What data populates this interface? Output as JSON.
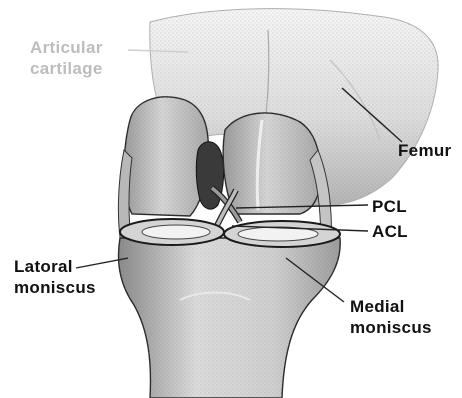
{
  "labels": {
    "articular_cartilage": [
      "Articular",
      "cartilage"
    ],
    "femur": "Femur",
    "pcl": "PCL",
    "acl": "ACL",
    "lateral_meniscus": [
      "Latoral",
      "moniscus"
    ],
    "medial_meniscus": [
      "Medial",
      "moniscus"
    ]
  },
  "colors": {
    "label_text": "#111111",
    "faded_label_text": "#bdbdbd",
    "bone_light": "#eeeeee",
    "bone_mid": "#c8c8c8",
    "bone_dark": "#7a7a7a",
    "outline": "#1a1a1a",
    "leader_line": "#222222"
  }
}
